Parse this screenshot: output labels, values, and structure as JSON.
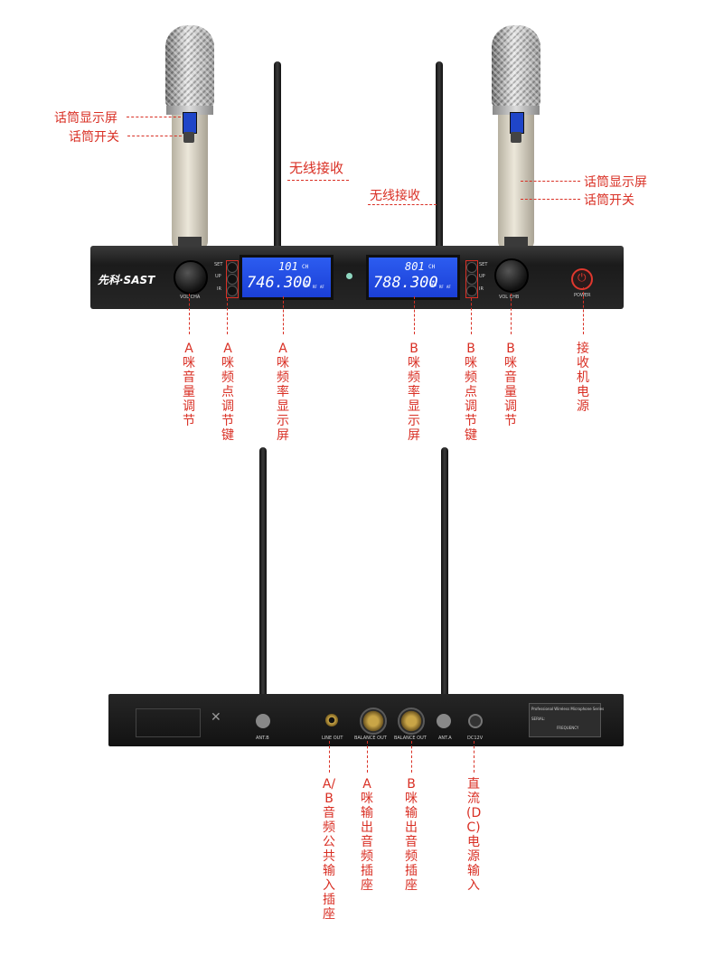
{
  "labels": {
    "mic_screen_left": "话筒显示屏",
    "mic_switch_left": "话筒开关",
    "mic_screen_right": "话筒显示屏",
    "mic_switch_right": "话筒开关",
    "antenna_left": "无线接收",
    "antenna_right": "无线接收"
  },
  "receiver_front": {
    "brand": "先科·SAST",
    "vol_a_label": "VOL CHA",
    "vol_b_label": "VOL CHB",
    "power_label": "POWER",
    "lcd_a": {
      "channel": "101",
      "ch_unit": "CH",
      "freq": "746.300",
      "freq_unit": "MHz",
      "rf": "RF",
      "af": "AF"
    },
    "lcd_b": {
      "channel": "801",
      "ch_unit": "CH",
      "freq": "788.300",
      "freq_unit": "MHz",
      "rf": "RF",
      "af": "AF"
    },
    "btn_labels": [
      "SET",
      "UP",
      "IR"
    ]
  },
  "front_callouts": [
    "A咪音量调节",
    "A咪频点调节键",
    "A咪频率显示屏",
    "B咪频率显示屏",
    "B咪频点调节键",
    "B咪音量调节",
    "接收机电源"
  ],
  "receiver_rear": {
    "ant_b": "ANT.B",
    "line_out": "LINE OUT",
    "balance_out_a": "BALANCE OUT",
    "balance_out_b": "BALANCE OUT",
    "ant_a": "ANT.A",
    "dc_in": "DC12V",
    "plate_title": "Professional Wireless Microphone Series",
    "plate_serial": "SERIAL:",
    "plate_freq": "FREQUENCY"
  },
  "rear_callouts": [
    "A/B音频公共输入插座",
    "A咪输出音频插座",
    "B咪输出音频插座",
    "直流(DC)电源输入"
  ]
}
